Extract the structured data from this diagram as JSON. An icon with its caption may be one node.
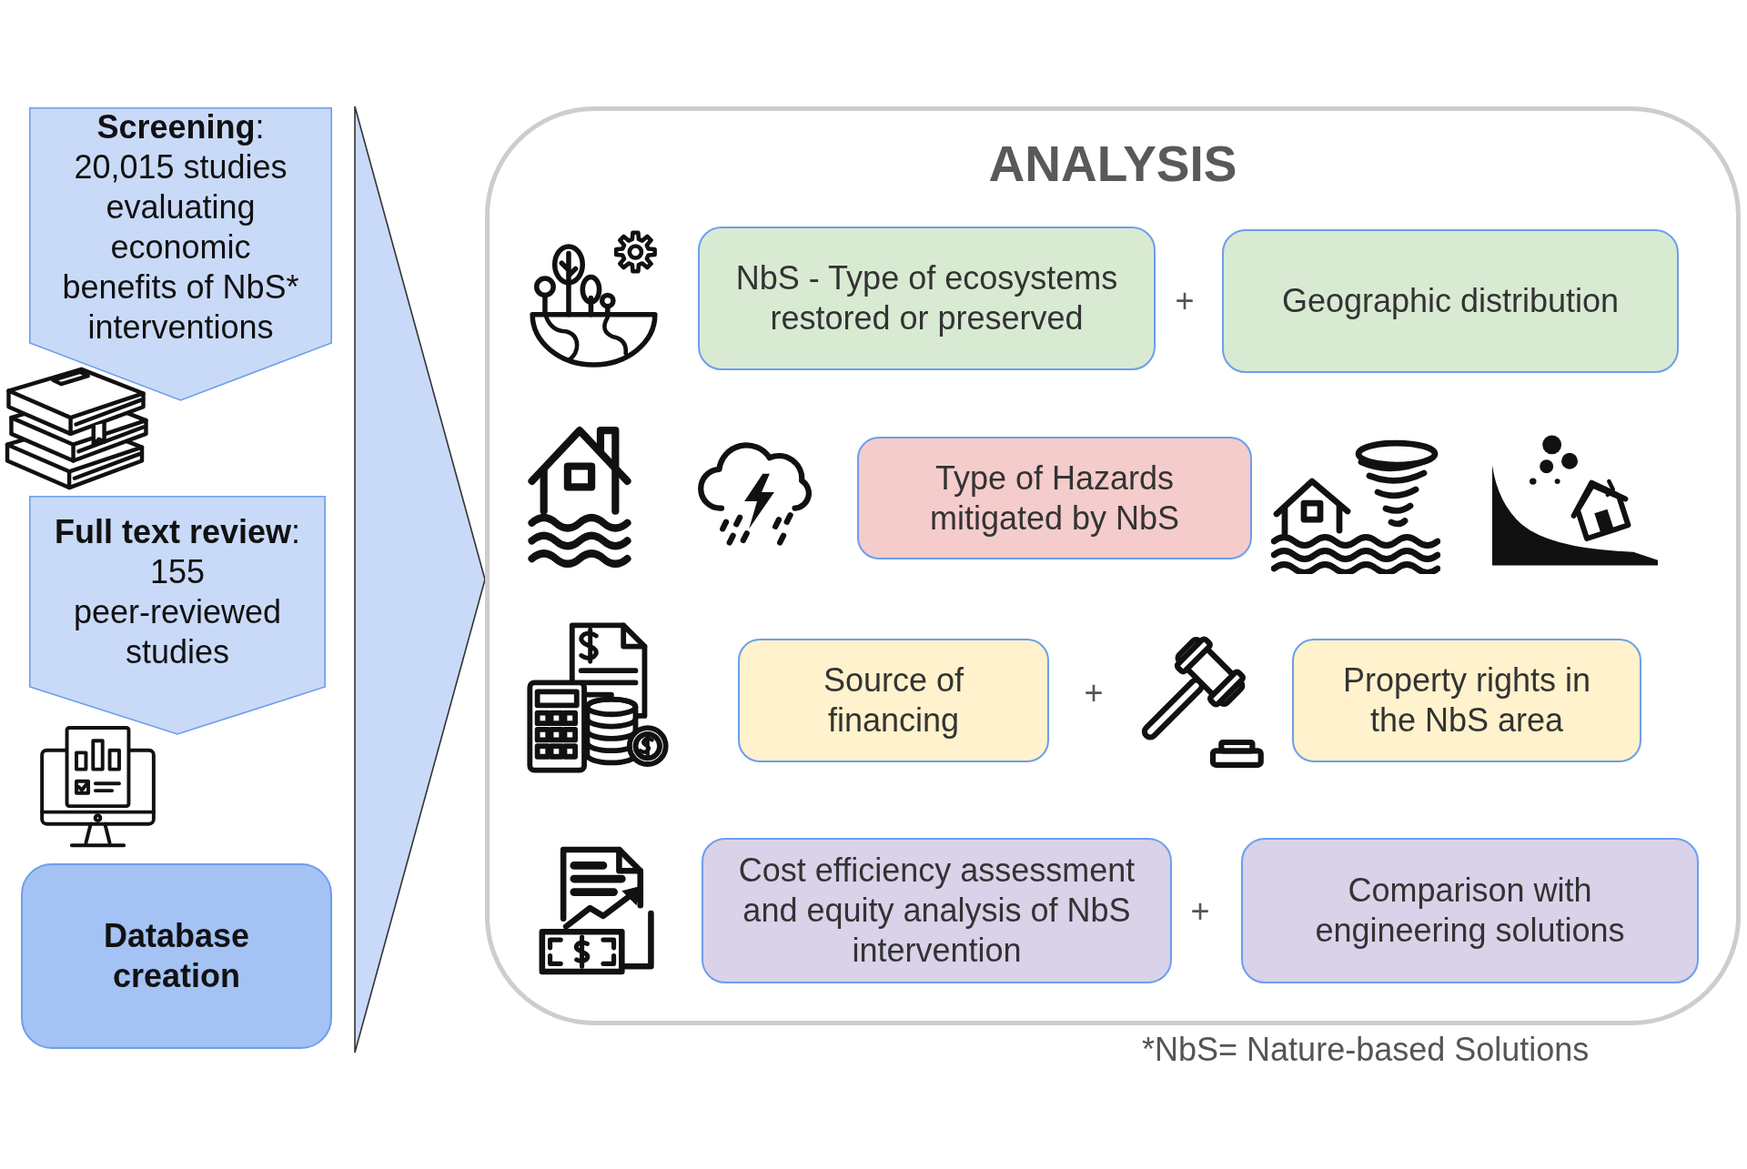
{
  "diagram": {
    "nodes": [
      {
        "text": [
          "**Screening**: 20,015 studies evaluating economic benefits of NbS* interventions"
        ]
      },
      {
        "text": [
          "**Full text review**: 155 peer-reviewed studies"
        ]
      },
      {
        "text": [
          "Database creation"
        ]
      },
      {
        "text": [
          "ANALYSIS"
        ]
      },
      {
        "text": [
          "NbS - Type of ecosystems restored or preserved"
        ],
        "in": 3
      },
      {
        "text": [
          "Geographic distribution"
        ],
        "in": 3
      },
      {
        "text": [
          "Type of Hazards mitigated by NbS"
        ],
        "in": 3
      },
      {
        "text": [
          "Source of financing"
        ],
        "in": 3
      },
      {
        "text": [
          "Property rights in the NbS area"
        ],
        "in": 3
      },
      {
        "text": [
          "Cost efficiency assessment and equity analysis of NbS intervention"
        ],
        "in": 3
      },
      {
        "text": [
          "Comparison with engineering solutions"
        ],
        "in": 3
      }
    ],
    "edges": [
      {
        "from": null,
        "to": 3,
        "arrow": "to"
      }
    ],
    "labels": [
      "+",
      "+",
      "+",
      "*NbS= Nature-based Solutions"
    ]
  }
}
